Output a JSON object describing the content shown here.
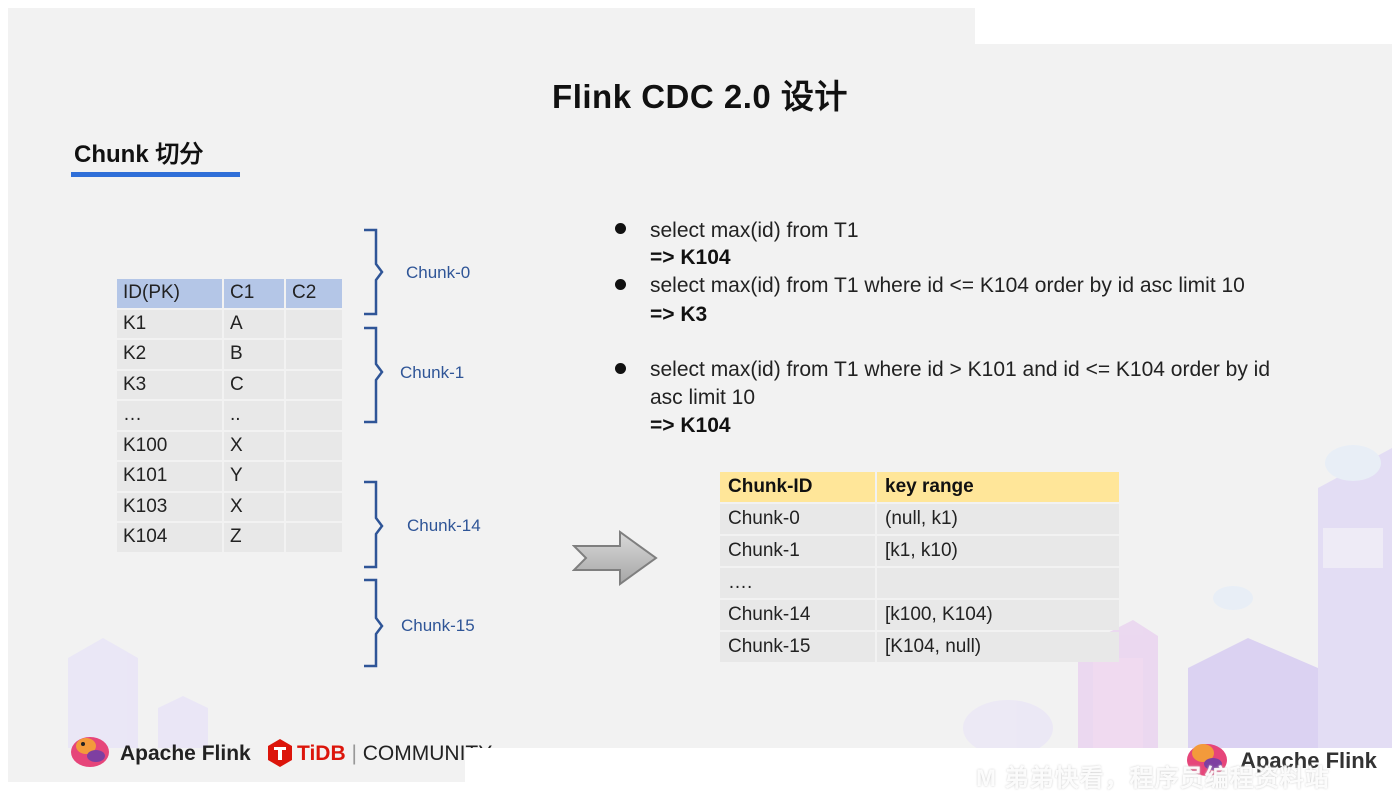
{
  "slide": {
    "title": "Flink CDC 2.0 设计",
    "subtitle": "Chunk 切分"
  },
  "left_table": {
    "headers": [
      "ID(PK)",
      "C1",
      "C2"
    ],
    "rows": [
      [
        "K1",
        "A",
        ""
      ],
      [
        "K2",
        "B",
        ""
      ],
      [
        "K3",
        "C",
        ""
      ],
      [
        "…",
        "..",
        ""
      ],
      [
        "K100",
        "X",
        ""
      ],
      [
        "K101",
        "Y",
        ""
      ],
      [
        "K103",
        "X",
        ""
      ],
      [
        "K104",
        "Z",
        ""
      ]
    ]
  },
  "chunk_labels": [
    "Chunk-0",
    "Chunk-1",
    "Chunk-14",
    "Chunk-15"
  ],
  "bullets": [
    {
      "query": "select max(id) from T1",
      "result": "=>  K104"
    },
    {
      "query": "select max(id) from T1 where id <= K104 order by id asc limit 10",
      "result": "=> K3"
    },
    {
      "query_line1": "select max(id) from T1 where id > K101 and id <= K104 order by id",
      "query_line2": "asc limit 10",
      "result": "=> K104"
    }
  ],
  "right_table": {
    "headers": [
      "Chunk-ID",
      "key range"
    ],
    "rows": [
      [
        "Chunk-0",
        "(null, k1)"
      ],
      [
        "Chunk-1",
        "[k1, k10)"
      ],
      [
        "….",
        ""
      ],
      [
        "Chunk-14",
        "[k100, K104)"
      ],
      [
        "Chunk-15",
        "[K104, null)"
      ]
    ]
  },
  "footer": {
    "flink": "Apache Flink",
    "tidb": "TiDB",
    "community": "COMMUNITY",
    "flink_right": "Apache Flink",
    "watermark": "M 弟弟快看，程序员编程资料站"
  },
  "colors": {
    "accent_blue": "#2f6fd8",
    "left_header": "#b4c6e7",
    "right_header": "#ffe699",
    "brace": "#2f5597"
  }
}
